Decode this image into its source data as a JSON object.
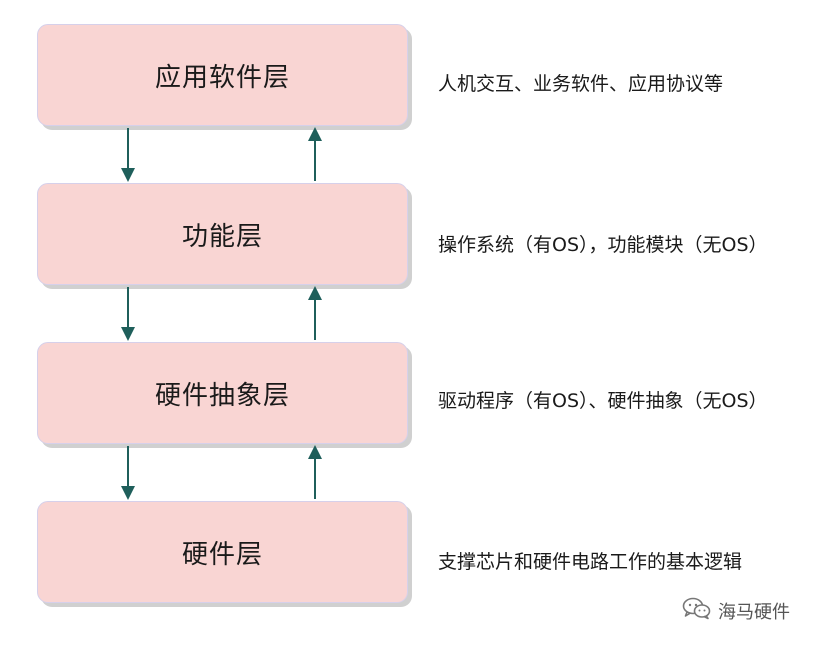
{
  "diagram": {
    "layers": [
      {
        "label": "应用软件层",
        "description": "人机交互、业务软件、应用协议等"
      },
      {
        "label": "功能层",
        "description": "操作系统（有OS），功能模块（无OS）"
      },
      {
        "label": "硬件抽象层",
        "description": "驱动程序（有OS）、硬件抽象（无OS）"
      },
      {
        "label": "硬件层",
        "description": "支撑芯片和硬件电路工作的基本逻辑"
      }
    ],
    "colors": {
      "box_fill": "#f9d5d3",
      "box_border": "#d6d0ea",
      "arrow": "#1f5f5b"
    }
  },
  "watermark": {
    "icon": "wechat-icon",
    "text": "海马硬件"
  }
}
